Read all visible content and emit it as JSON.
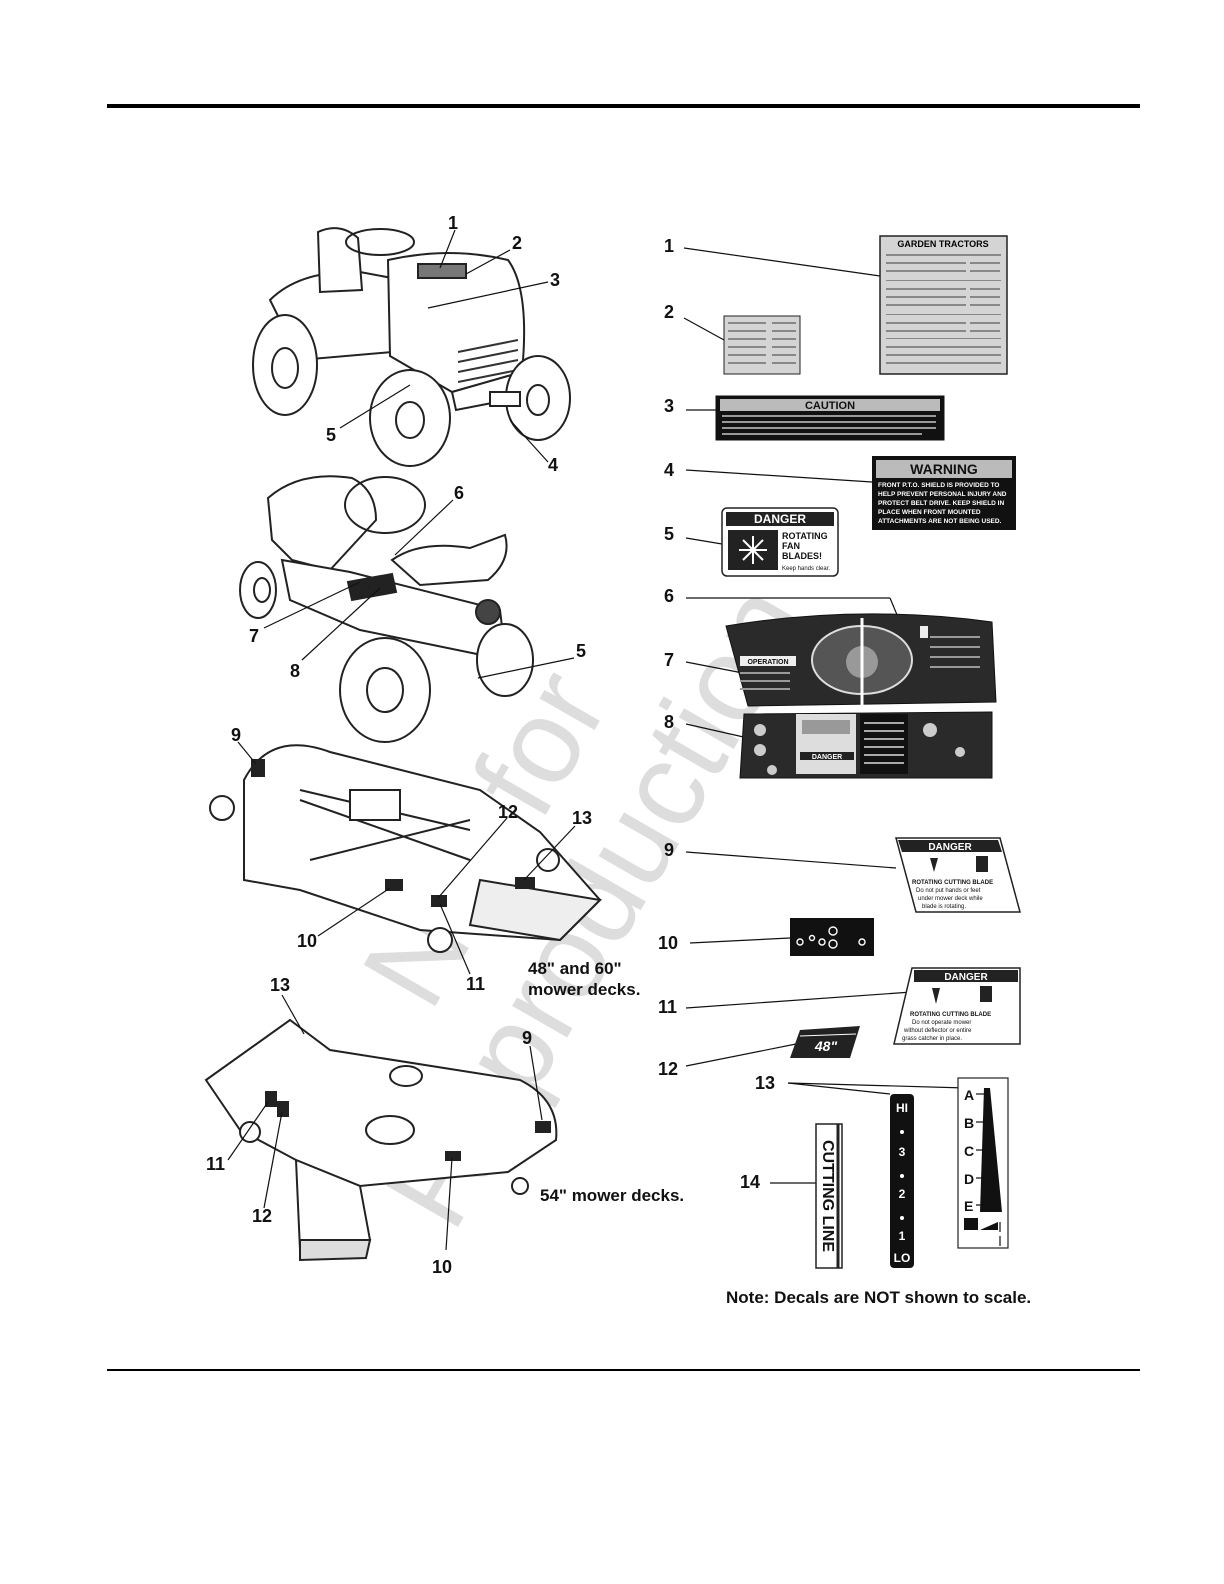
{
  "watermark": {
    "line1": "Not for",
    "line2": "Reproduction"
  },
  "left_callouts": {
    "tractor_front": [
      "1",
      "2",
      "3",
      "4",
      "5"
    ],
    "tractor_rear": [
      "6",
      "7",
      "8",
      "5"
    ],
    "deck_48_60": [
      "9",
      "12",
      "13",
      "10",
      "11"
    ],
    "deck_54": [
      "13",
      "9",
      "11",
      "12",
      "10"
    ]
  },
  "captions": {
    "deck_48_60_line1": "48\" and 60\"",
    "deck_48_60_line2": "mower decks.",
    "deck_54": "54\" mower decks."
  },
  "decal_numbers": [
    "1",
    "2",
    "3",
    "4",
    "5",
    "6",
    "7",
    "8",
    "9",
    "10",
    "11",
    "12",
    "13",
    "14"
  ],
  "decals": {
    "d1": {
      "title": "GARDEN TRACTORS"
    },
    "d3": {
      "header": "CAUTION"
    },
    "d4": {
      "header": "WARNING",
      "lines": [
        "FRONT P.T.O. SHIELD IS PROVIDED TO",
        "HELP PREVENT PERSONAL INJURY AND",
        "PROTECT BELT DRIVE. KEEP SHIELD IN",
        "PLACE WHEN FRONT MOUNTED",
        "ATTACHMENTS ARE NOT BEING USED."
      ]
    },
    "d5": {
      "header": "DANGER",
      "lines": [
        "ROTATING",
        "FAN",
        "BLADES!"
      ],
      "footer": "Keep hands clear."
    },
    "d7": {
      "label": "OPERATION"
    },
    "d8": {
      "label": "DANGER"
    },
    "d9": {
      "header": "DANGER",
      "lines": [
        "ROTATING CUTTING BLADE",
        "Do not put hands or feet",
        "under mower deck while",
        "blade is rotating."
      ]
    },
    "d11": {
      "header": "DANGER",
      "lines": [
        "ROTATING CUTTING BLADE",
        "Do not operate mower",
        "without deflector or entire",
        "grass catcher in place."
      ]
    },
    "d12": {
      "text": "48\""
    },
    "d13_lift": [
      "HI",
      "3",
      "2",
      "1",
      "LO"
    ],
    "d13_height": [
      "A",
      "B",
      "C",
      "D",
      "E"
    ],
    "d14": {
      "text": "CUTTING LINE"
    }
  },
  "note": "Note: Decals are NOT shown to scale."
}
